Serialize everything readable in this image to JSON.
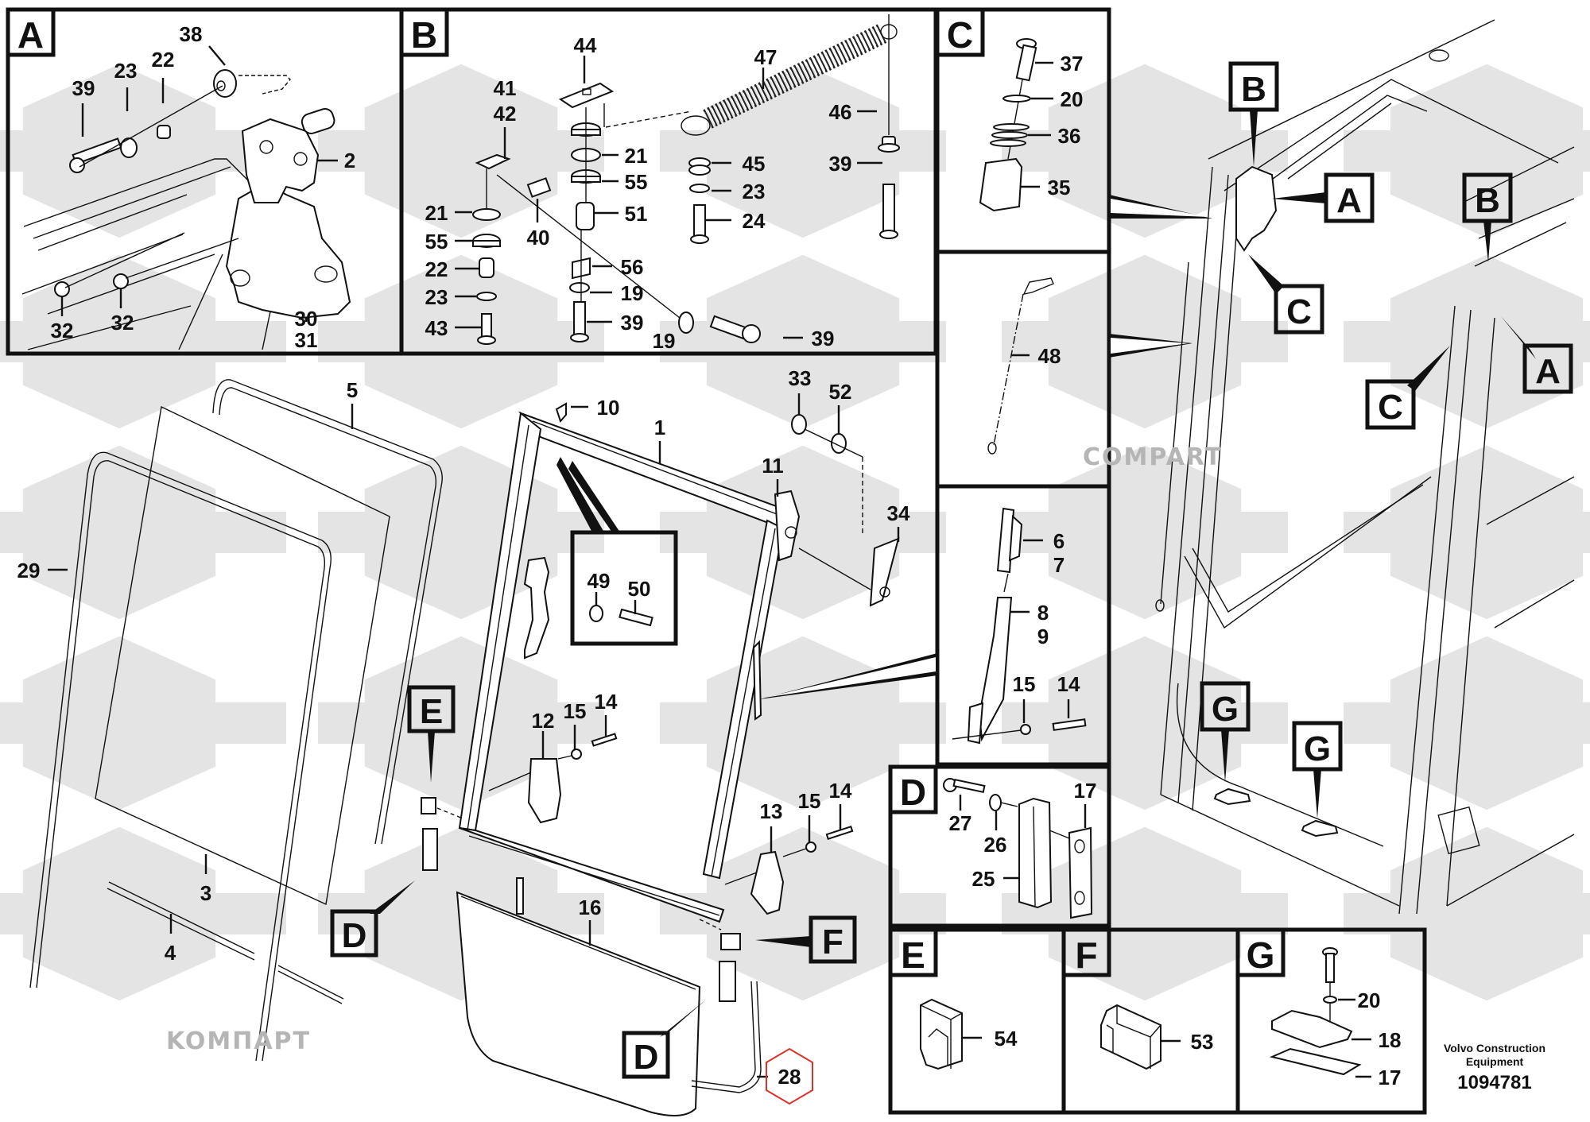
{
  "diagram": {
    "title_block": {
      "manufacturer_line1": "Volvo Construction",
      "manufacturer_line2": "Equipment",
      "drawing_number": "1094781"
    },
    "watermarks": [
      "KOMПAPT",
      "COMPART"
    ],
    "colors": {
      "line": "#111111",
      "watermark": "#e4e4e4",
      "highlight_hexagon": "#d9342b",
      "background": "#ffffff"
    },
    "detail_views": {
      "A": {
        "label": "A",
        "callouts": [
          "39",
          "23",
          "22",
          "38",
          "2",
          "32",
          "32",
          "30",
          "31"
        ]
      },
      "B": {
        "label": "B",
        "callouts": [
          "44",
          "47",
          "41",
          "42",
          "21",
          "55",
          "46",
          "45",
          "39",
          "21",
          "55",
          "51",
          "23",
          "24",
          "40",
          "56",
          "22",
          "19",
          "23",
          "19",
          "43",
          "39",
          "39"
        ]
      },
      "C": {
        "label": "C",
        "callouts": [
          "37",
          "20",
          "36",
          "35"
        ]
      },
      "cable": {
        "callouts": [
          "48"
        ]
      },
      "lock": {
        "callouts": [
          "6",
          "7",
          "8",
          "9",
          "15",
          "14"
        ]
      },
      "D": {
        "label": "D",
        "callouts": [
          "27",
          "26",
          "17",
          "25"
        ]
      },
      "E": {
        "label": "E",
        "callouts": [
          "54"
        ]
      },
      "F": {
        "label": "F",
        "callouts": [
          "53"
        ]
      },
      "G": {
        "label": "G",
        "callouts": [
          "20",
          "18",
          "17"
        ]
      }
    },
    "main_view": {
      "callouts": {
        "p5": "5",
        "p29": "29",
        "p3": "3",
        "p4": "4",
        "p10": "10",
        "p1": "1",
        "p33": "33",
        "p52": "52",
        "p11": "11",
        "p34": "34",
        "p49": "49",
        "p50": "50",
        "p12": "12",
        "p15a": "15",
        "p14a": "14",
        "p13": "13",
        "p15b": "15",
        "p14b": "14",
        "p16": "16",
        "p28": "28"
      },
      "reference_labels": {
        "E_main": "E",
        "D_main1": "D",
        "D_main2": "D",
        "F_main": "F"
      }
    },
    "cab_view": {
      "reference_labels": {
        "B1": "B",
        "A1": "A",
        "C1": "C",
        "B2": "B",
        "C2": "C",
        "A2": "A",
        "G1": "G",
        "G2": "G"
      }
    }
  }
}
